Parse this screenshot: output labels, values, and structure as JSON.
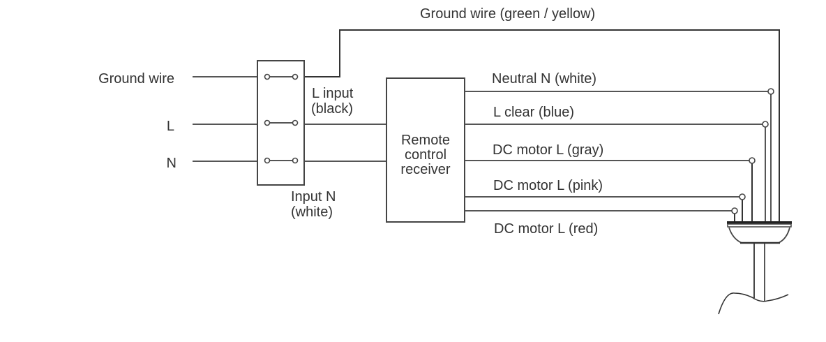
{
  "diagram": {
    "title_label": "Ground wire (green / yellow)",
    "inputs": [
      {
        "label": "Ground wire"
      },
      {
        "label": "L"
      },
      {
        "label": "N"
      }
    ],
    "terminal_block": {
      "l_input_label_line1": "L input",
      "l_input_label_line2": "(black)",
      "n_input_label_line1": "Input N",
      "n_input_label_line2": "(white)"
    },
    "receiver": {
      "line1": "Remote",
      "line2": "control",
      "line3": "receiver"
    },
    "outputs": [
      {
        "label": "Neutral N (white)"
      },
      {
        "label": "L clear (blue)"
      },
      {
        "label": "DC motor L (gray)"
      },
      {
        "label": "DC motor L (pink)"
      },
      {
        "label": "DC motor L (red)"
      }
    ],
    "device": "ceiling-fan-canopy"
  }
}
